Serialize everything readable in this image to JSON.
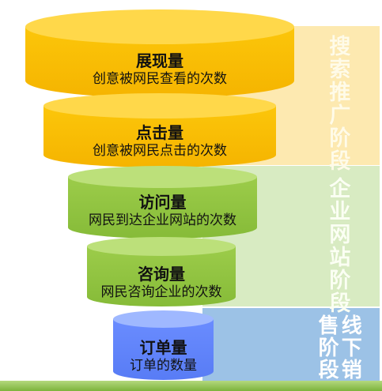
{
  "stages": [
    {
      "title": "展现量",
      "desc": "创意被网民查看的次数",
      "color_top": "#ffd84a",
      "color_body": "#fcc60a",
      "color_dark": "#f0a800"
    },
    {
      "title": "点击量",
      "desc": "创意被网民点击的次数",
      "color_top": "#ffd84a",
      "color_body": "#fcc60a",
      "color_dark": "#f0a800"
    },
    {
      "title": "访问量",
      "desc": "网民到达企业网站的次数",
      "color_top": "#bce07a",
      "color_body": "#9ccc4a",
      "color_dark": "#7fb233"
    },
    {
      "title": "咨询量",
      "desc": "网民咨询企业的次数",
      "color_top": "#bce07a",
      "color_body": "#9ccc4a",
      "color_dark": "#7fb233"
    },
    {
      "title": "订单量",
      "desc": "订单的数量",
      "color_top": "#9fb8ff",
      "color_body": "#6a8cff",
      "color_dark": "#4d6fe8"
    }
  ],
  "phases": {
    "search": "搜索推广阶段",
    "site": "企业网站阶段",
    "offline": "线下销售阶段"
  },
  "colors": {
    "band_search": "#fde9b0",
    "band_site": "#d8ebc2",
    "band_offline": "#9cc2e6",
    "bottom_bar": "#7cb33c"
  }
}
